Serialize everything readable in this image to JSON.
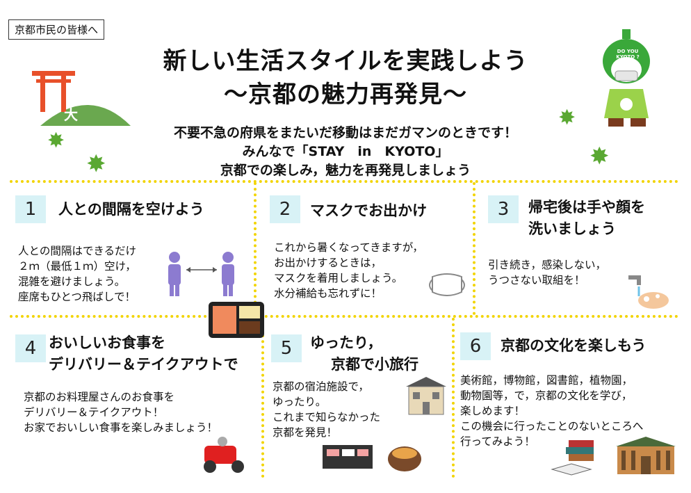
{
  "tag": "京都市民の皆様へ",
  "title_line1": "新しい生活スタイルを実践しよう",
  "title_line2": "～京都の魅力再発見～",
  "subtitle": [
    "不要不急の府県をまたいだ移動はまだガマンのときです！",
    "みんなで「STAY　in　KYOTO」",
    "京都での楽しみ，魅力を再発見しましょう"
  ],
  "mascot_cap_text": "DO YOU KYOTO ?",
  "hill_char": "大",
  "sections": [
    {
      "num": "1",
      "head": [
        "人との間隔を空けよう"
      ],
      "body": [
        "人との間隔はできるだけ",
        "２ｍ（最低１ｍ）空け，",
        "混雑を避けましょう。",
        "座席もひとつ飛ばしで！"
      ]
    },
    {
      "num": "2",
      "head": [
        "マスクでお出かけ"
      ],
      "body": [
        "これから暑くなってきますが，",
        "お出かけするときは，",
        "マスクを着用しましょう。",
        "水分補給も忘れずに！"
      ]
    },
    {
      "num": "3",
      "head": [
        "帰宅後は手や顔を",
        "洗いましょう"
      ],
      "body": [
        "引き続き，感染しない，",
        "うつさない取組を！"
      ]
    },
    {
      "num": "4",
      "head": [
        "おいしいお食事を",
        "デリバリー＆テイクアウトで"
      ],
      "body": [
        "京都のお料理屋さんのお食事を",
        "デリバリー＆テイクアウト！",
        "お家でおいしい食事を楽しみましょう！"
      ]
    },
    {
      "num": "5",
      "head": [
        "ゆったり，",
        "京都で小旅行"
      ],
      "body": [
        "京都の宿泊施設で，",
        "ゆったり。",
        "これまで知らなかった",
        "京都を発見！"
      ]
    },
    {
      "num": "6",
      "head": [
        "京都の文化を楽しもう"
      ],
      "body": [
        "美術館，博物館，図書館，植物園，",
        "動物園等，で，京都の文化を学び，",
        "楽しめます！",
        "この機会に行ったことのないところへ",
        "行ってみよう！"
      ]
    }
  ],
  "colors": {
    "dots": "#f2d400",
    "num_bg": "#d8f2f6",
    "torii": "#e8502a",
    "leaf": "#5aa832"
  }
}
